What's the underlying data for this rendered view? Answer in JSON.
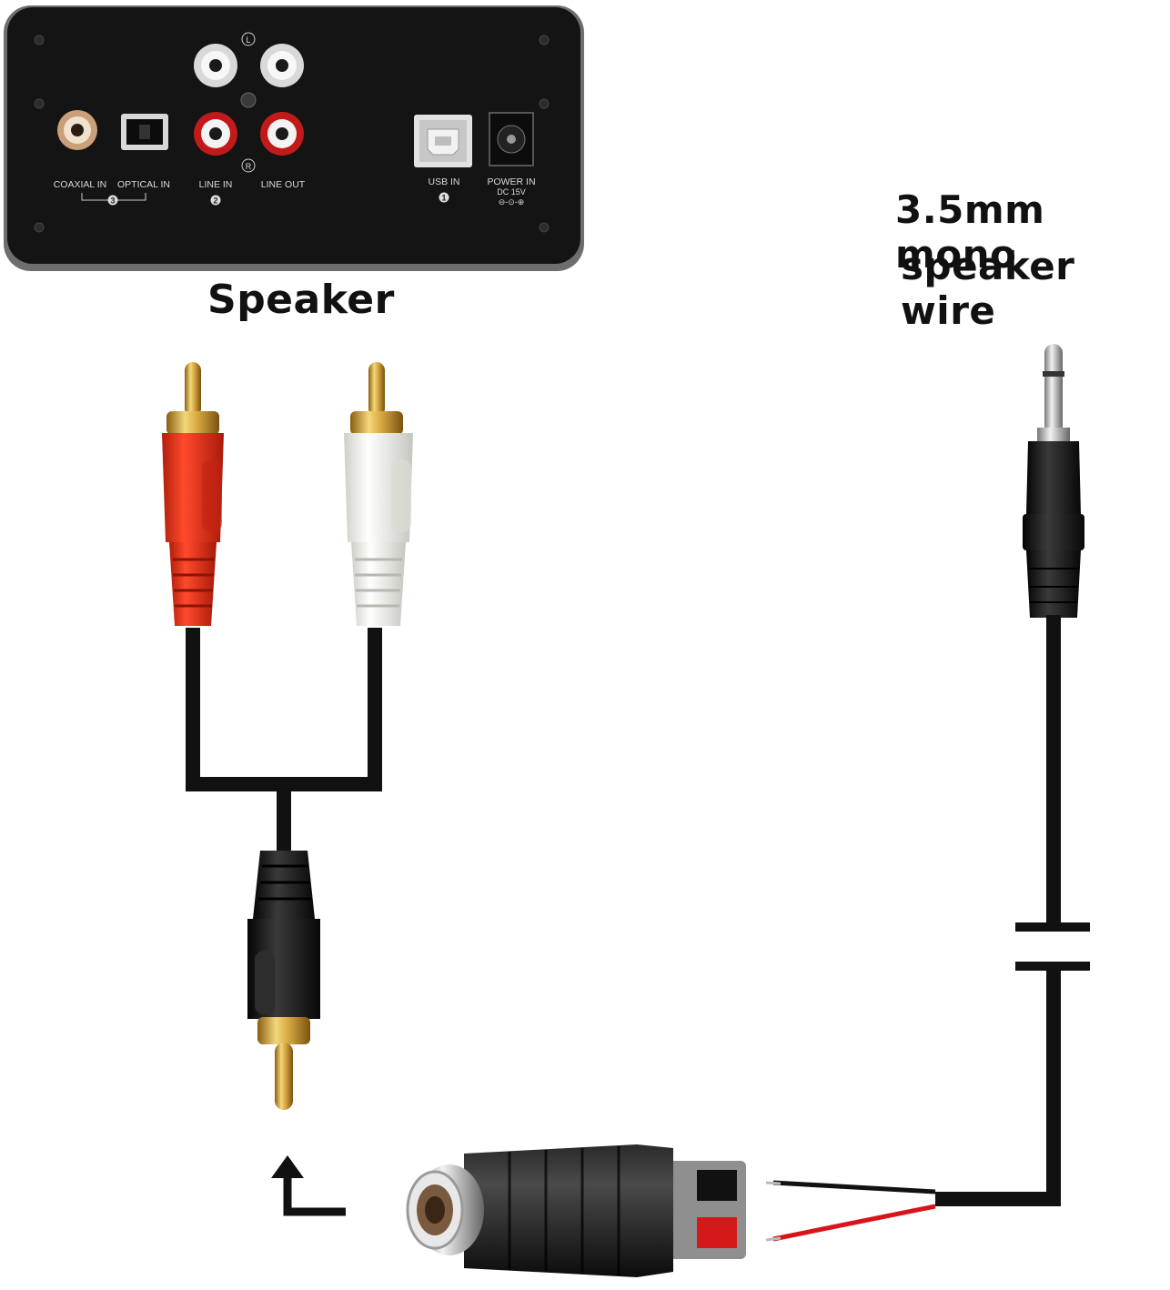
{
  "captions": {
    "speaker": "Speaker",
    "wire_line1": "3.5mm mono",
    "wire_line2": "speaker wire"
  },
  "panel": {
    "coaxial_in": "COAXIAL IN",
    "optical_in": "OPTICAL IN",
    "line_in": "LINE IN",
    "line_out": "LINE OUT",
    "usb_in": "USB IN",
    "power_in": "POWER IN",
    "power_spec": "DC 15V",
    "num_1": "1",
    "num_2": "2",
    "num_3": "3",
    "left_mark": "L",
    "right_mark": "R"
  },
  "colors": {
    "panel_body": "#141414",
    "cable": "#1a1a1a",
    "rca_red": "#e8311a",
    "rca_white": "#f2f2ee",
    "gold": "#d4a640",
    "red_wire": "#d8141a"
  }
}
